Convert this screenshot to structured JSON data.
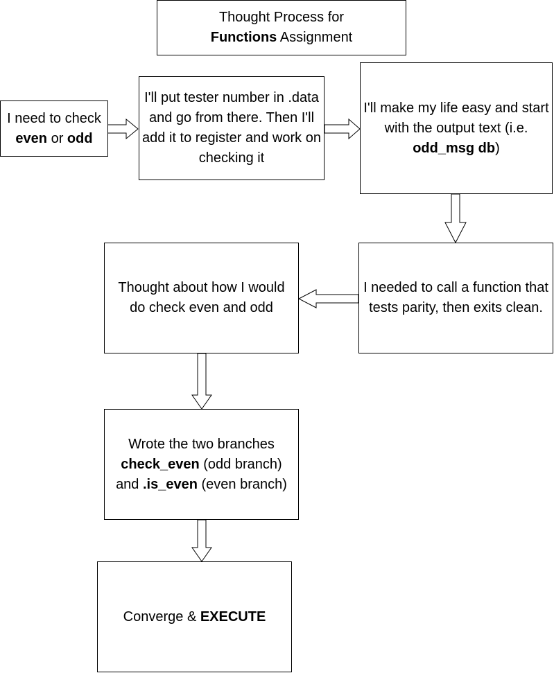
{
  "diagram": {
    "title": {
      "line1": "Thought Process for",
      "line2_bold": "Functions",
      "line2_rest": " Assignment"
    },
    "nodes": {
      "need_check": {
        "pre": "I need to check ",
        "bold1": "even",
        "mid": " or ",
        "bold2": "odd"
      },
      "tester_number": {
        "text": "I'll put tester number in .data and go from there. Then I'll add it to register and work on checking it"
      },
      "output_text": {
        "pre": "I'll make my life easy and start with the output text (i.e. ",
        "bold": "odd_msg db",
        "post": ")"
      },
      "call_function": {
        "text": "I needed to call a function that tests parity, then exits clean."
      },
      "thought_even_odd": {
        "text": "Thought about how I would do check even and odd"
      },
      "branches": {
        "line1": "Wrote the two branches",
        "bold1": "check_even",
        "mid": " (odd branch) and ",
        "bold2": ".is_even",
        "post": " (even branch)"
      },
      "converge": {
        "pre": "Converge & ",
        "bold": "EXECUTE"
      }
    }
  }
}
